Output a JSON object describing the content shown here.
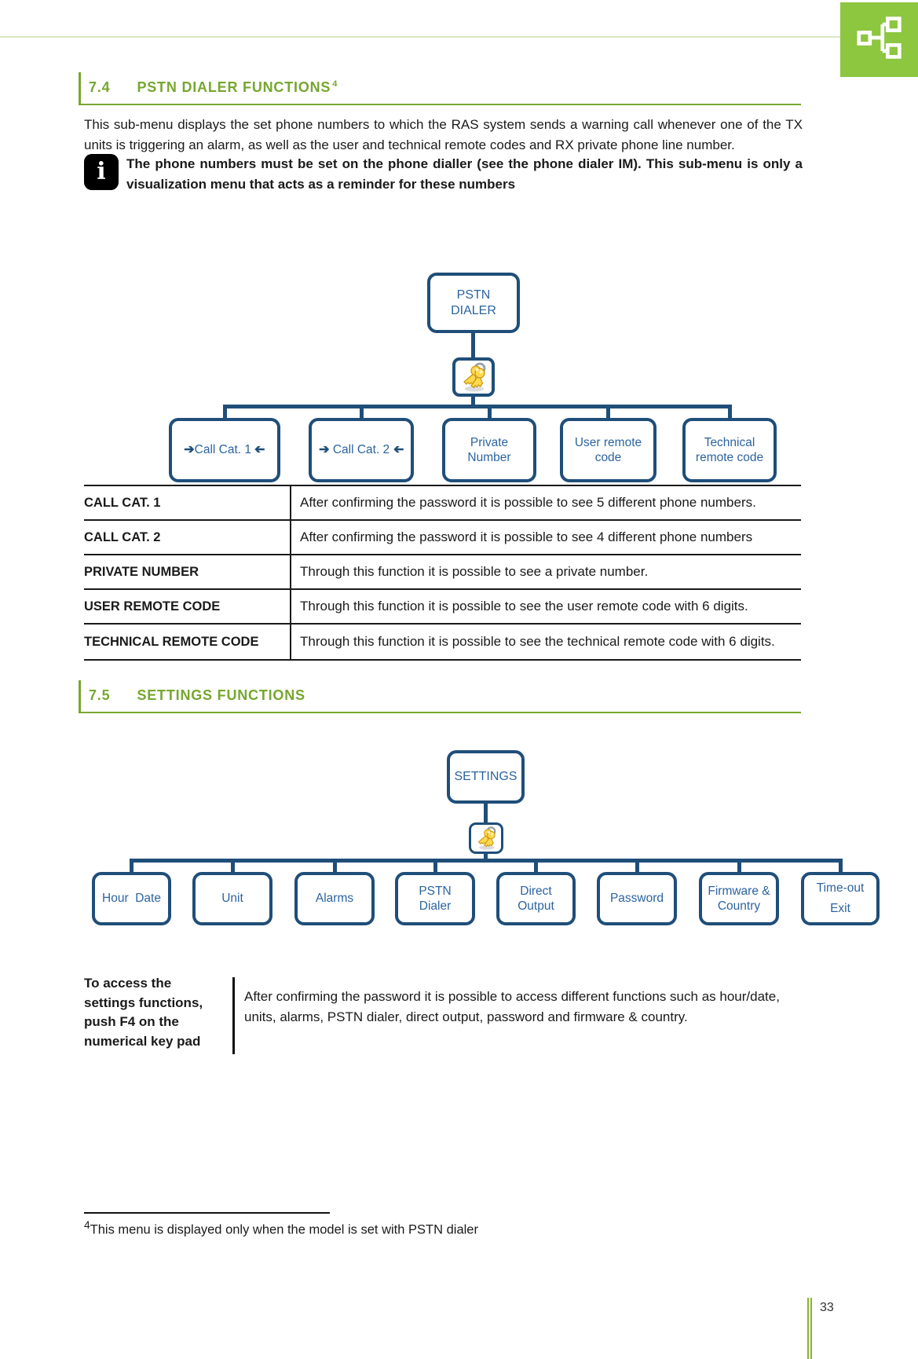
{
  "page": {
    "number": "33"
  },
  "section_7_4": {
    "number": "7.4",
    "title": "PSTN DIALER FUNCTIONS",
    "footnote_marker": "4",
    "intro": "This sub-menu displays the set phone numbers to which the RAS system sends a warning call whenever one of the TX units is triggering an alarm, as well as the user and technical remote codes and RX private phone line number.",
    "note": "The phone numbers must be set on the phone dialler (see the phone dialer IM). This sub-menu is only a visualization menu that acts as a reminder for these numbers"
  },
  "diagram_pstn": {
    "root": "PSTN DIALER",
    "children": [
      {
        "label": "Call Cat. 1"
      },
      {
        "label": "Call Cat. 2"
      },
      {
        "label": "Private Number"
      },
      {
        "label": "User remote code"
      },
      {
        "label": "Technical remote code"
      }
    ]
  },
  "table": {
    "rows": [
      {
        "term": "CALL CAT. 1",
        "desc": "After confirming the password it is possible to see 5 different phone numbers."
      },
      {
        "term": "CALL CAT. 2",
        "desc": "After confirming the password it is possible to see 4 different phone numbers"
      },
      {
        "term": "PRIVATE NUMBER",
        "desc": "Through this function it is possible to see a private number."
      },
      {
        "term": "USER REMOTE CODE",
        "desc": "Through this function it is possible to see the user remote code with 6 digits."
      },
      {
        "term": "TECHNICAL REMOTE CODE",
        "desc": "Through this function it is possible to see the technical remote code with 6 digits."
      }
    ]
  },
  "section_7_5": {
    "number": "7.5",
    "title": "SETTINGS FUNCTIONS"
  },
  "diagram_settings": {
    "root": "SETTINGS",
    "children": [
      "Hour  Date",
      "Unit",
      "Alarms",
      "PSTN Dialer",
      "Direct\nOutput",
      "Password",
      "Firmware &\nCountry",
      "Time-out\nExit"
    ]
  },
  "access_note": {
    "label": "To access the settings functions, push F4 on the numerical key pad",
    "text": "After confirming the password it is possible to access different functions such as hour/date, units, alarms, PSTN dialer, direct output, password and firmware & country."
  },
  "footnote": {
    "marker": "4",
    "text": "This menu is displayed only when the model is set with PSTN dialer"
  },
  "icons": {
    "arrow_right": "➔",
    "info": "i"
  },
  "colors": {
    "accent_green": "#76a72f",
    "logo_green": "#8dc63f",
    "diagram_navy": "#1f4e79",
    "diagram_text_blue": "#2c649f"
  }
}
